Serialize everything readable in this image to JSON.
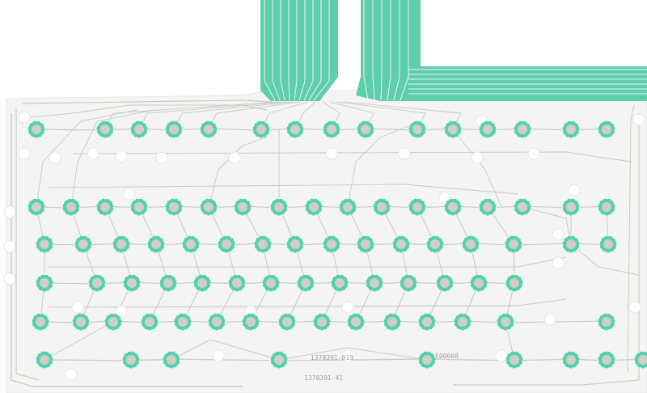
{
  "image": {
    "subject": "keyboard-membrane-circuit",
    "colors": {
      "sheet": "#f3f4f3",
      "trace": "#c9cbc6",
      "trace_dark": "#b9bbb5",
      "ribbon": "#5ecdaa",
      "ribbon_line": "#e9f8f2",
      "pad_ring": "#56d0ac",
      "pad_center": "#cfcfc8",
      "hole": "#ffffff"
    },
    "labels": {
      "part_number": "1378391-019",
      "code_block": "E00008",
      "bottom_mark": "1378391-41"
    }
  }
}
